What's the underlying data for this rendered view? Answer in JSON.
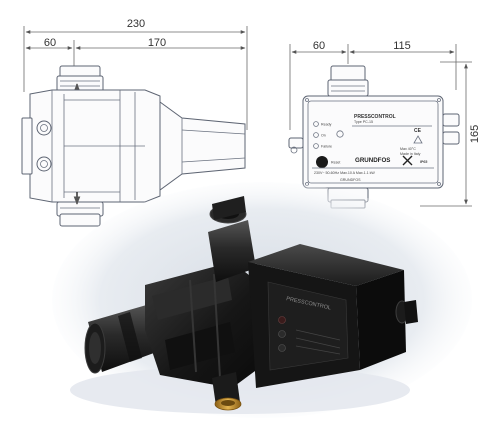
{
  "dimensions": {
    "overall_length": "230",
    "side_width": "60",
    "body_length": "170",
    "front_width": "60",
    "front_depth": "115",
    "height": "165"
  },
  "label_panel": {
    "product": "PRESSCONTROL",
    "model": "Type PC-15",
    "lamp_ready": "Ready",
    "lamp_on": "On",
    "lamp_failure": "Failure",
    "reset": "Reset",
    "brand": "GRUNDFOS",
    "approval": "CE",
    "enclosure": "IP65",
    "power_spec": "230V~ 50-60Hz  Max.10 A  Max.1.1 kW",
    "line_2": "Max 40°C",
    "line_3": "Made in Italy",
    "bottom_note": "GRUNDFOS",
    "photo_brand": "PRESSCONTROL"
  },
  "colors": {
    "drawing_line": "#5e6573",
    "photo_body": "#1a1a1a",
    "photo_brass": "#c69432",
    "shadow": "#e3e7ed"
  }
}
